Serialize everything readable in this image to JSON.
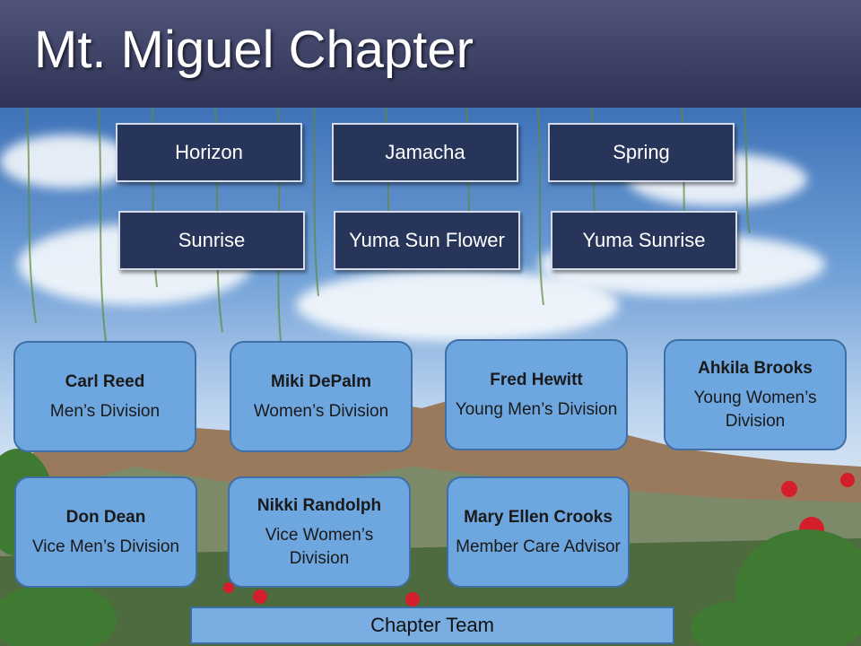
{
  "header": {
    "title": "Mt. Miguel Chapter"
  },
  "districts": [
    {
      "label": "Horizon"
    },
    {
      "label": "Jamacha"
    },
    {
      "label": "Spring"
    },
    {
      "label": "Sunrise"
    },
    {
      "label": "Yuma Sun Flower"
    },
    {
      "label": "Yuma Sunrise"
    }
  ],
  "leaders": [
    {
      "name": "Carl Reed",
      "role": "Men’s Division"
    },
    {
      "name": "Miki DePalm",
      "role": "Women’s Division"
    },
    {
      "name": "Fred Hewitt",
      "role": "Young Men’s Division"
    },
    {
      "name": "Ahkila Brooks",
      "role": "Young Women’s Division"
    },
    {
      "name": "Don Dean",
      "role": "Vice Men’s Division"
    },
    {
      "name": "Nikki Randolph",
      "role": "Vice Women’s Division"
    },
    {
      "name": "Mary Ellen Crooks",
      "role": "Member Care Advisor"
    }
  ],
  "footer": {
    "label": "Chapter Team"
  },
  "colors": {
    "header_bg": "#2f3457",
    "district_bg": "#263559",
    "card_bg": "#6ea6df",
    "card_border": "#3f6fa5"
  }
}
